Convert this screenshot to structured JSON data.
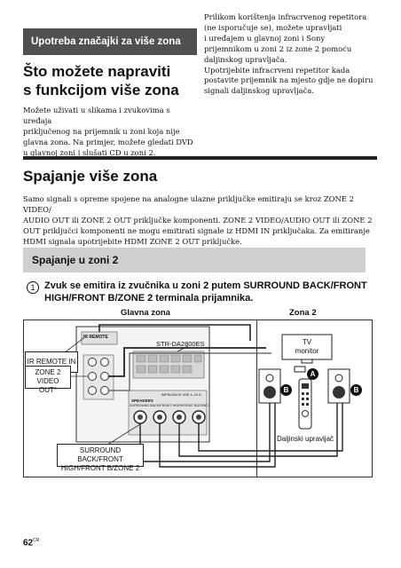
{
  "top_left": {
    "section_title": "Upotreba značajki za više zona",
    "heading_line1": "Što možete napraviti",
    "heading_line2": "s funkcijom više zona",
    "paragraph_lines": [
      "Možete uživati u slikama i zvukovima s uređaja",
      "priključenog na prijemnik u zoni koja nije",
      "glavna zona. Na primjer, možete gledati DVD",
      "u glavnoj zoni i slušati CD u zoni 2."
    ]
  },
  "top_right": {
    "paragraph_lines": [
      "Prilikom korištenja infracrvenog repetitora",
      "(ne isporučuje se), možete upravljati",
      "i uređajem u glavnoj zoni i Sony",
      "prijemnikom u zoni 2 iz zone 2 pomoću",
      "daljinskog upravljača.",
      "Upotrijebite infracrveni repetitor kada",
      "postavite prijemnik na mjesto gdje ne dopiru",
      "signali daljinskog upravljača."
    ]
  },
  "main_section": {
    "heading": "Spajanje više zona",
    "paragraph_lines": [
      "Samo signali s opreme spojene na analogne ulazne priključke emitiraju se kroz ZONE 2 VIDEO/",
      "AUDIO OUT ili ZONE 2 OUT priključke komponenti. ZONE 2 VIDEO/AUDIO OUT ili ZONE 2",
      "OUT priključci komponenti ne mogu emitirati signale iz HDMI IN priključaka. Za emitiranje",
      "HDMI signala upotrijebite HDMI ZONE 2 OUT priključke."
    ]
  },
  "subsection": {
    "title": "Spajanje u zoni 2"
  },
  "step1": {
    "number": "1",
    "line1": "Zvuk se emitira iz zvučnika u zoni 2 putem SURROUND BACK/FRONT",
    "line2": "HIGH/FRONT B/ZONE 2 terminala prijamnika."
  },
  "diagram": {
    "main_zone_label": "Glavna zona",
    "zone2_label": "Zona 2",
    "receiver_model": "STR-DA2800ES",
    "ir_remote_in_label": "IR REMOTE IN",
    "ir_remote_jack_text": "IR REMOTE",
    "zone2_video_out_label_line1": "ZONE 2 VIDEO",
    "zone2_video_out_label_line2": "OUT*",
    "speaker_terminal_label_line1": "SURROUND BACK/FRONT",
    "speaker_terminal_label_line2": "HIGH/FRONT B/ZONE 2",
    "speakers_panel_text": "SPEAKERS",
    "speakers_panel_subtext": "SURROUND BACK/FRONT HIGH/FRONT B/ZONE 2",
    "impedance_text": "IMPEDANCE USE 4–16 Ω",
    "tv_label_line1": "TV",
    "tv_label_line2": "monitor",
    "marker_a": "A",
    "marker_b": "B",
    "remote_label": "Daljinski upravljač"
  },
  "footer": {
    "page_number": "62",
    "page_suffix": "CR"
  }
}
